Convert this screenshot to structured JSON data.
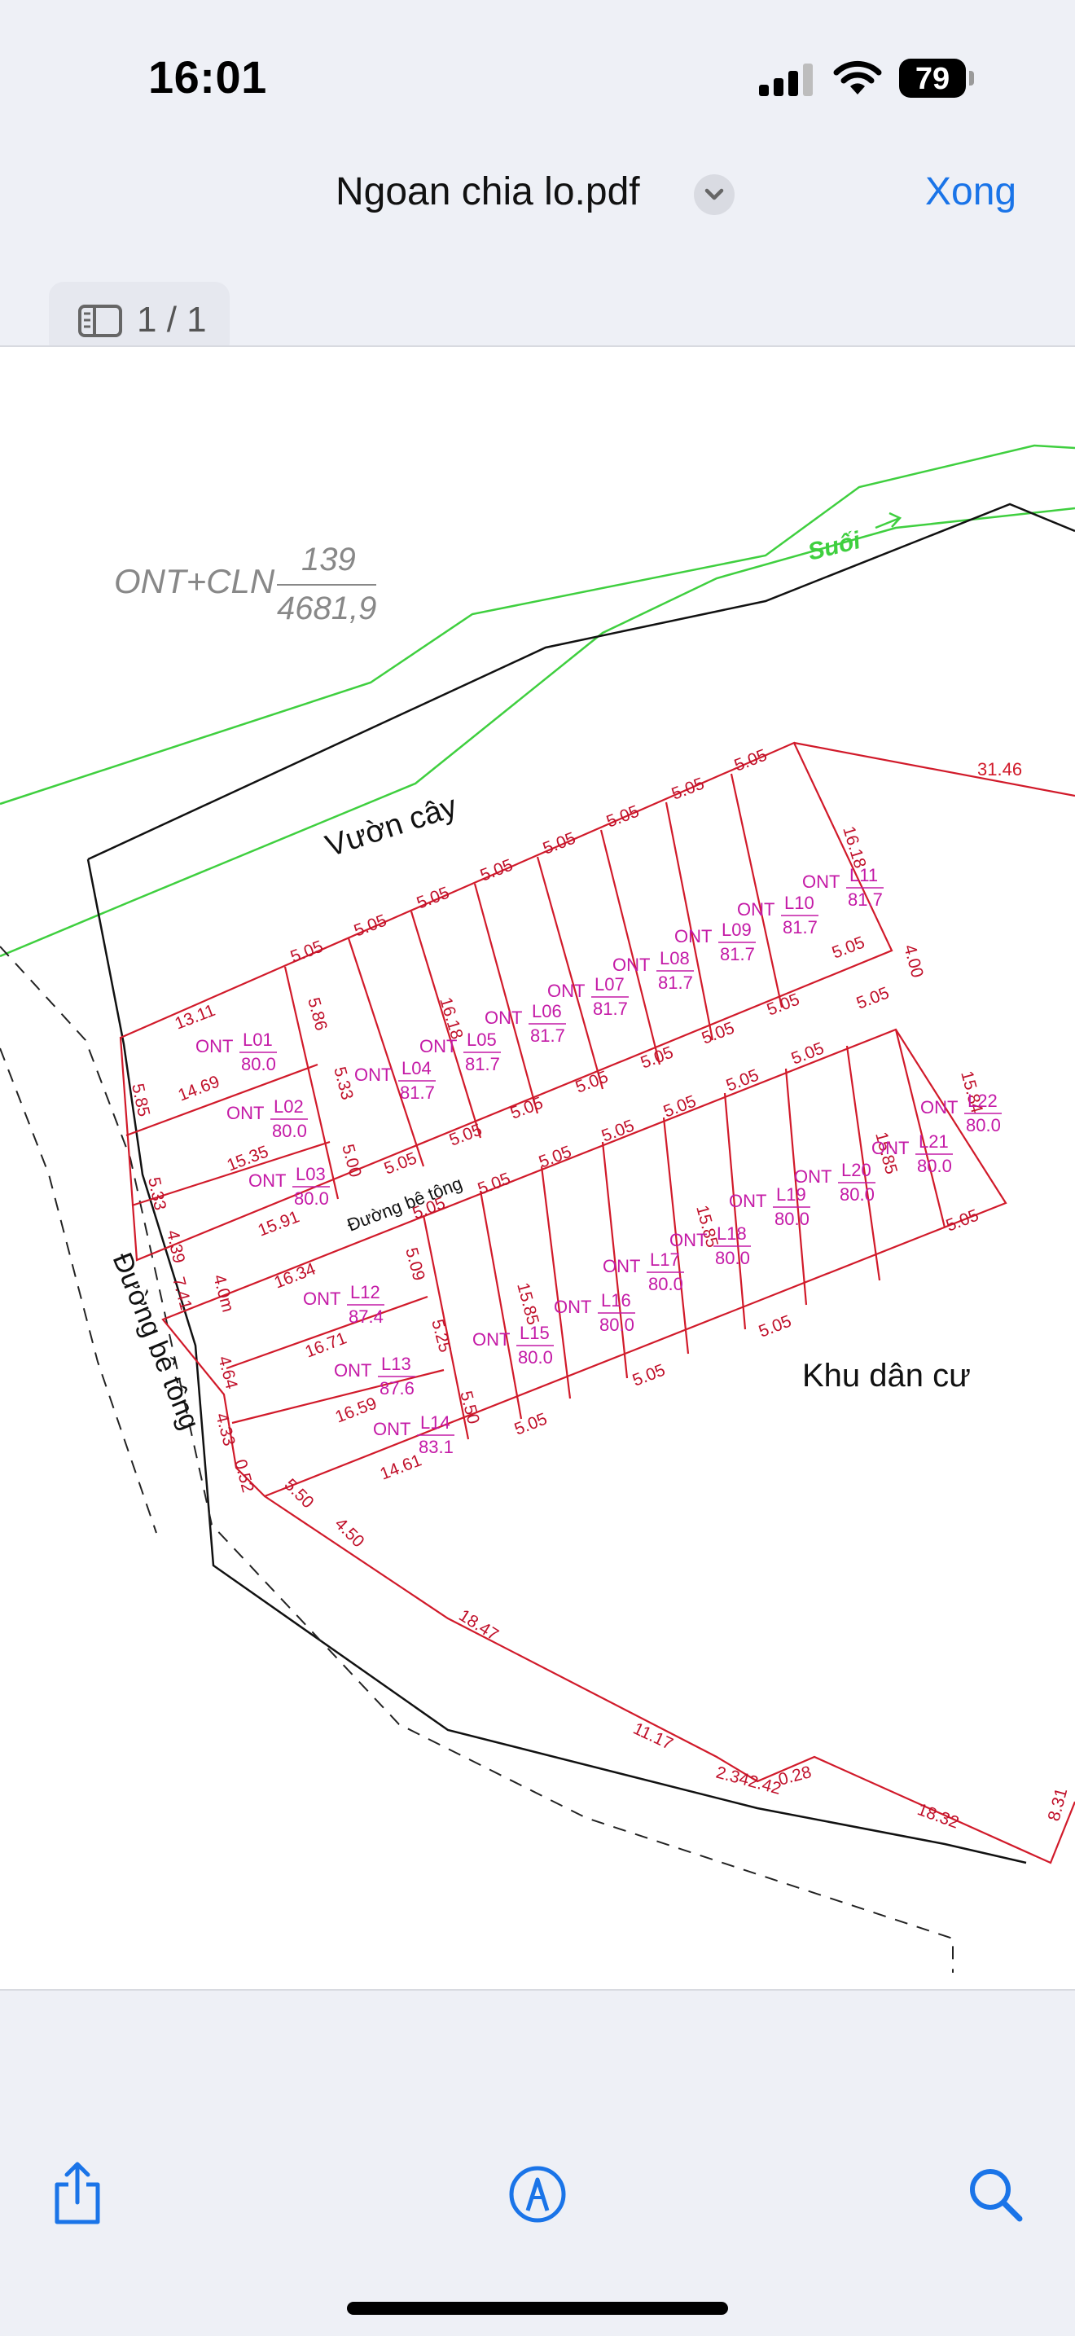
{
  "status": {
    "time": "16:01",
    "battery": "79"
  },
  "nav": {
    "title": "Ngoan chia lo.pdf",
    "done_label": "Xong"
  },
  "page_indicator": "1 / 1",
  "map": {
    "parcel_code": "ONT+CLN",
    "parcel_number": "139",
    "parcel_area": "4681,9",
    "stream_label": "Suối",
    "garden_label": "Vườn cây",
    "road_label": "Đường bê tông",
    "inner_road_label": "Đường bê tông",
    "residential_label": "Khu dân cư",
    "top_right_dim": "31.46",
    "lot_type": "ONT",
    "lots": [
      {
        "id": "L01",
        "area": "80.0"
      },
      {
        "id": "L02",
        "area": "80.0"
      },
      {
        "id": "L03",
        "area": "80.0"
      },
      {
        "id": "L04",
        "area": "81.7"
      },
      {
        "id": "L05",
        "area": "81.7"
      },
      {
        "id": "L06",
        "area": "81.7"
      },
      {
        "id": "L07",
        "area": "81.7"
      },
      {
        "id": "L08",
        "area": "81.7"
      },
      {
        "id": "L09",
        "area": "81.7"
      },
      {
        "id": "L10",
        "area": "81.7"
      },
      {
        "id": "L11",
        "area": "81.7"
      },
      {
        "id": "L12",
        "area": "87.4"
      },
      {
        "id": "L13",
        "area": "87.6"
      },
      {
        "id": "L14",
        "area": "83.1"
      },
      {
        "id": "L15",
        "area": "80.0"
      },
      {
        "id": "L16",
        "area": "80.0"
      },
      {
        "id": "L17",
        "area": "80.0"
      },
      {
        "id": "L18",
        "area": "80.0"
      },
      {
        "id": "L19",
        "area": "80.0"
      },
      {
        "id": "L20",
        "area": "80.0"
      },
      {
        "id": "L21",
        "area": "80.0"
      },
      {
        "id": "L22",
        "area": "80.0"
      }
    ],
    "top_row_widths": [
      "5.05",
      "5.05",
      "5.05",
      "5.05",
      "5.05",
      "5.05",
      "5.05",
      "5.05"
    ],
    "top_row_depth": "16.18",
    "left_lot_dims": [
      "13.11",
      "14.69",
      "15.35",
      "15.91"
    ],
    "left_side_dims": [
      "5.85",
      "5.33",
      "4.39"
    ],
    "mid_dims": [
      "5.86",
      "5.33",
      "5.00"
    ],
    "row_mid_widths": [
      "5.05",
      "5.05",
      "5.05",
      "5.05",
      "5.05",
      "5.05",
      "5.05",
      "5.05",
      "5.05"
    ],
    "lower_widths": [
      "5.05",
      "5.05",
      "5.05",
      "5.05",
      "5.05",
      "5.05",
      "5.05",
      "5.05",
      "5.05",
      "5.05",
      "5.05"
    ],
    "lower_depth": "15.85",
    "corner_dims": [
      "4.00",
      "15.84"
    ],
    "south_lot_dims": [
      "16.34",
      "16.71",
      "16.59",
      "14.61"
    ],
    "south_mid_dims": [
      "5.09",
      "5.25",
      "5.50"
    ],
    "corner_small_dims": [
      "7.41",
      "4.0m",
      "4.64",
      "4.33",
      "0.52",
      "5.50",
      "4.50"
    ],
    "boundary_dims": [
      "18.47",
      "11.17",
      "2.342.42",
      "0.28",
      "18.32",
      "8.31"
    ]
  }
}
